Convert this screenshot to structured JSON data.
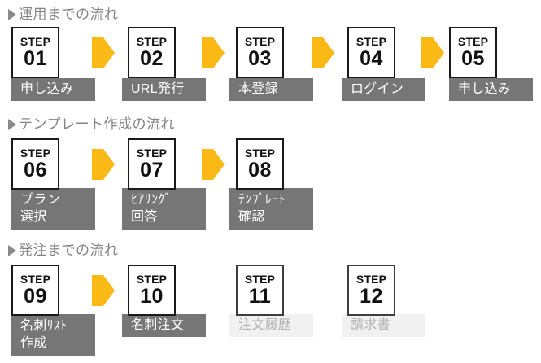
{
  "colors": {
    "arrow_yellow": "#FAB915",
    "label_gray": "#767676",
    "label_disabled_bg": "#F1F1F1",
    "label_disabled_text": "#B3B3B3",
    "heading_gray": "#848484",
    "box_border": "#1A1A1A"
  },
  "step_word": "STEP",
  "sections": [
    {
      "heading": "運用までの流れ",
      "steps": [
        {
          "number": "01",
          "label": "申し込み",
          "disabled": false
        },
        {
          "number": "02",
          "label": "URL発行",
          "disabled": false
        },
        {
          "number": "03",
          "label": "本登録",
          "disabled": false
        },
        {
          "number": "04",
          "label": "ログイン",
          "disabled": false
        },
        {
          "number": "05",
          "label": "申し込み",
          "disabled": false
        }
      ]
    },
    {
      "heading": "テンプレート作成の流れ",
      "steps": [
        {
          "number": "06",
          "label": "プラン\n選択",
          "disabled": false
        },
        {
          "number": "07",
          "label": "ﾋｱﾘﾝｸﾞ\n回答",
          "disabled": false
        },
        {
          "number": "08",
          "label": "ﾃﾝﾌﾟﾚｰﾄ\n確認",
          "disabled": false
        }
      ]
    },
    {
      "heading": "発注までの流れ",
      "steps": [
        {
          "number": "09",
          "label": "名刺ﾘｽﾄ\n作成",
          "disabled": false
        },
        {
          "number": "10",
          "label": "名刺注文",
          "disabled": false
        },
        {
          "number": "11",
          "label": "注文履歴",
          "disabled": true
        },
        {
          "number": "12",
          "label": "請求書",
          "disabled": true
        }
      ]
    }
  ]
}
